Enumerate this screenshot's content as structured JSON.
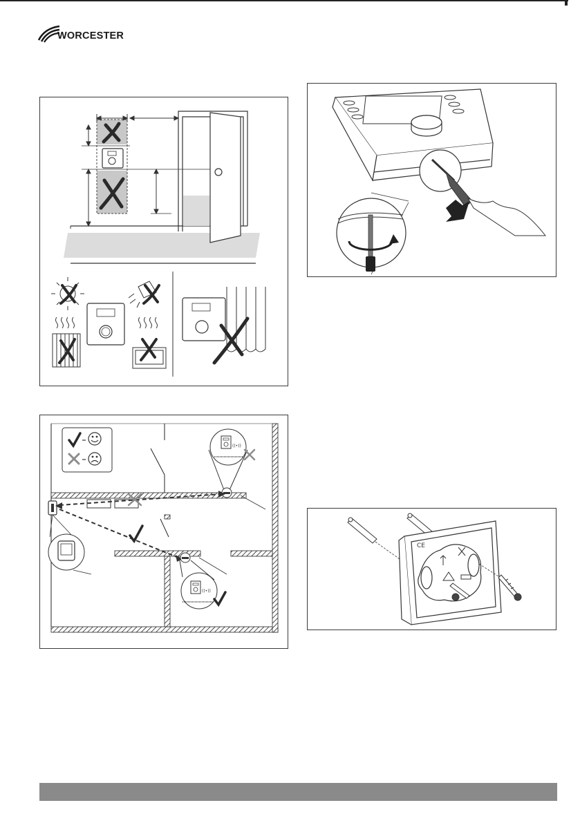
{
  "brand": {
    "name": "WORCESTER",
    "logo_icon": "worcester-swoosh-logo"
  },
  "colors": {
    "cross": "#2a2a2a",
    "cross_grey": "#8c8c8c",
    "zone_grey": "#c8c8c8",
    "floor_grey": "#dcdcdc",
    "footer": "#8a8a8a"
  },
  "figures": [
    {
      "id": "installation-location-figure",
      "icons": [
        "prohibited-zone-cross",
        "sunlight-icon",
        "lamp-icon",
        "radiator-icon",
        "tv-icon",
        "curtain-icon",
        "thermostat-icon"
      ]
    },
    {
      "id": "wireless-signal-figure",
      "icons": [
        "check-mark",
        "smiley-happy-icon",
        "cross-mark",
        "smiley-sad-icon",
        "signal-icon"
      ]
    },
    {
      "id": "remove-cover-figure",
      "icons": [
        "screwdriver-icon",
        "rotate-arrow-icon",
        "push-arrow-icon"
      ]
    },
    {
      "id": "wall-mount-figure",
      "icons": [
        "wall-plug-icon",
        "screw-icon",
        "mounting-plate-icon"
      ]
    }
  ]
}
